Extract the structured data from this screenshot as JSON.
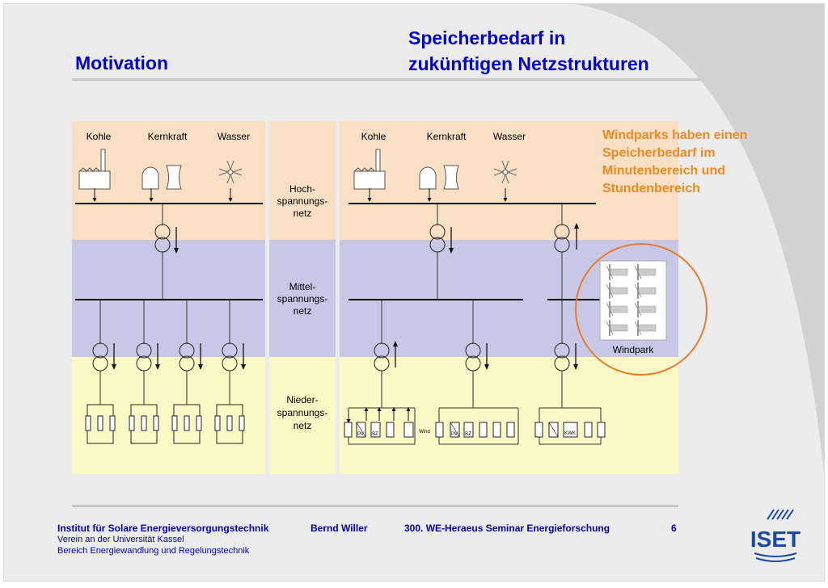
{
  "title": {
    "left": "Motivation",
    "right_line1": "Speicherbedarf in",
    "right_line2": "zukünftigen Netzstrukturen"
  },
  "note": "Windparks haben  einen Speicherbedarf im Minutenbereich und Stundenbereich",
  "diagram": {
    "plants": [
      "Kohle",
      "Kernkraft",
      "Wasser"
    ],
    "levels": {
      "hoch": [
        "Hoch-",
        "spannungs-",
        "netz"
      ],
      "mittel": [
        "Mittel-",
        "spannungs-",
        "netz"
      ],
      "nieder": [
        "Nieder-",
        "spannungs-",
        "netz"
      ]
    },
    "loads": {
      "pv": "PV",
      "bz": "BZ",
      "wind": "Wind",
      "kwk": "KWK"
    },
    "windpark": "Windpark"
  },
  "colors": {
    "hoch_band": "#f9dfc4",
    "mittel_band": "#c8c8e6",
    "nieder_band": "#fbf9c6",
    "title": "#0000cc",
    "note": "#ee8a20",
    "windpark_circle": "#e87c2a"
  },
  "footer": {
    "institute": "Institut für Solare Energieversorgungstechnik",
    "author": "Bernd Willer",
    "seminar": "300. WE-Heraeus Seminar  Energieforschung",
    "page": "6",
    "line2": "Verein an der Universität Kassel",
    "line3": "Bereich Energiewandlung und Regelungstechnik",
    "logo_text": "ISET"
  }
}
